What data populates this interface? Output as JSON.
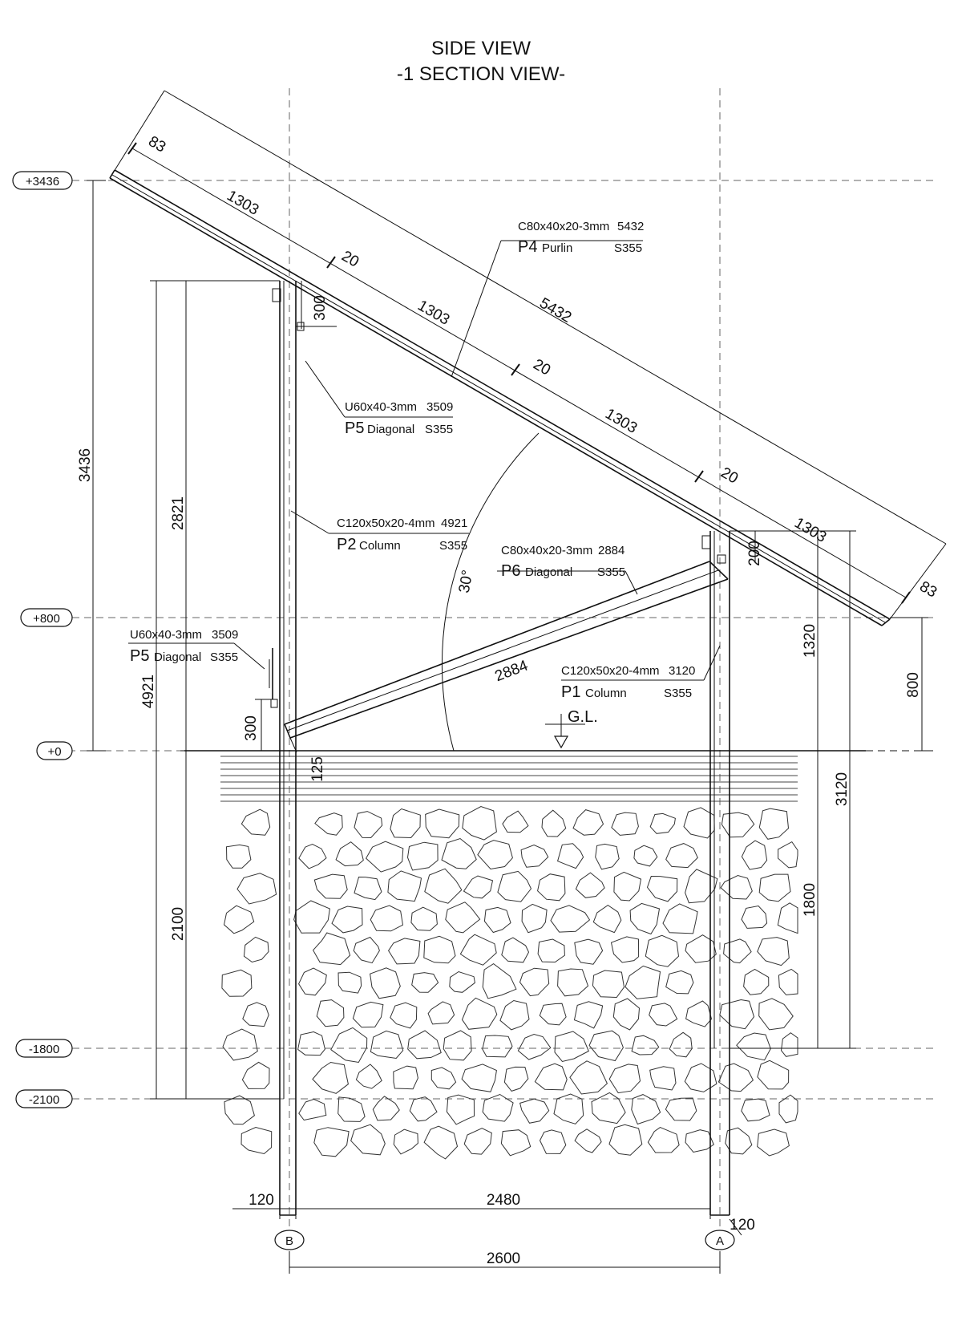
{
  "title": {
    "line1": "SIDE VIEW",
    "line2": "-1 SECTION VIEW-"
  },
  "level_tags": [
    "+3436",
    "+800",
    "+0",
    "-1800",
    "-2100"
  ],
  "grid_tags": {
    "left": "B",
    "right": "A"
  },
  "ground_label": "G.L.",
  "angle_label": "30°",
  "dimensions": {
    "purlin_overall": "5432",
    "purlin_segments": [
      "1303",
      "1303",
      "1303",
      "1303"
    ],
    "gaps": [
      "20",
      "20",
      "20"
    ],
    "end_offsets": [
      "83",
      "83"
    ],
    "left_post_top_offset": "300",
    "right_post_top_offset": "200",
    "left_brace_base": "300",
    "brace_base_small": "125",
    "diagonal_length": "2884",
    "height_total": "3436",
    "left_above_ground": "2821",
    "left_column_total": "4921",
    "left_embed": "2100",
    "right_above_ground": "1320",
    "right_column_total": "3120",
    "right_embed": "1800",
    "right_low_end": "800",
    "bottom_left": "120",
    "bottom_mid": "2480",
    "bottom_right": "120",
    "bottom_total": "2600"
  },
  "members": {
    "p4": {
      "spec": "C80x40x20-3mm",
      "length": "5432",
      "mark": "P4",
      "name": "Purlin",
      "grade": "S355"
    },
    "p5a": {
      "spec": "U60x40-3mm",
      "length": "3509",
      "mark": "P5",
      "name": "Diagonal",
      "grade": "S355"
    },
    "p2": {
      "spec": "C120x50x20-4mm",
      "length": "4921",
      "mark": "P2",
      "name": "Column",
      "grade": "S355"
    },
    "p6": {
      "spec": "C80x40x20-3mm",
      "length": "2884",
      "mark": "P6",
      "name": "Diagonal",
      "grade": "S355"
    },
    "p5b": {
      "spec": "U60x40-3mm",
      "length": "3509",
      "mark": "P5",
      "name": "Diagonal",
      "grade": "S355"
    },
    "p1": {
      "spec": "C120x50x20-4mm",
      "length": "3120",
      "mark": "P1",
      "name": "Column",
      "grade": "S355"
    }
  }
}
